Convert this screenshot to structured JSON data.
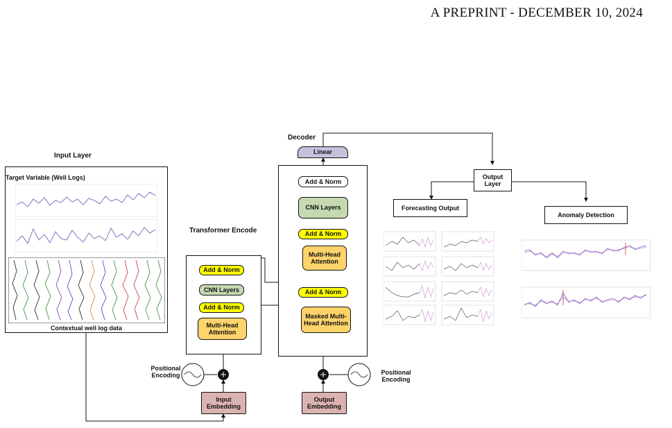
{
  "header": "A PREPRINT - DECEMBER 10, 2024",
  "input_layer": {
    "title": "Input Layer",
    "target_title": "Target Variable (Well Logs)",
    "context_caption": "Contextual well log data"
  },
  "encoder": {
    "title": "Transformer Encode",
    "add_norm_top": "Add & Norm",
    "cnn": "CNN Layers",
    "add_norm_mid": "Add & Norm",
    "mha": "Multi-Head Attention"
  },
  "decoder": {
    "title": "Decoder",
    "linear": "Linear",
    "add_norm_top": "Add & Norm",
    "cnn": "CNN Layers",
    "add_norm_2": "Add & Norm",
    "mha": "Multi-Head Attention",
    "add_norm_3": "Add & Norm",
    "masked_mha": "Masked Multi-Head Attention"
  },
  "embeddings": {
    "input": "Input Embedding",
    "output": "Output Embedding",
    "pos_left": "Positional Encoding",
    "pos_right": "Positional Encoding"
  },
  "output_layer": {
    "title": "Output Layer",
    "forecasting": "Forecasting Output",
    "anomaly": "Anomaly Detection"
  },
  "colors": {
    "yellow": "#ffff00",
    "green": "#c5d9b0",
    "orange": "#fdd36b",
    "pink": "#dbb3b1",
    "linear": "#c6c0dc"
  }
}
